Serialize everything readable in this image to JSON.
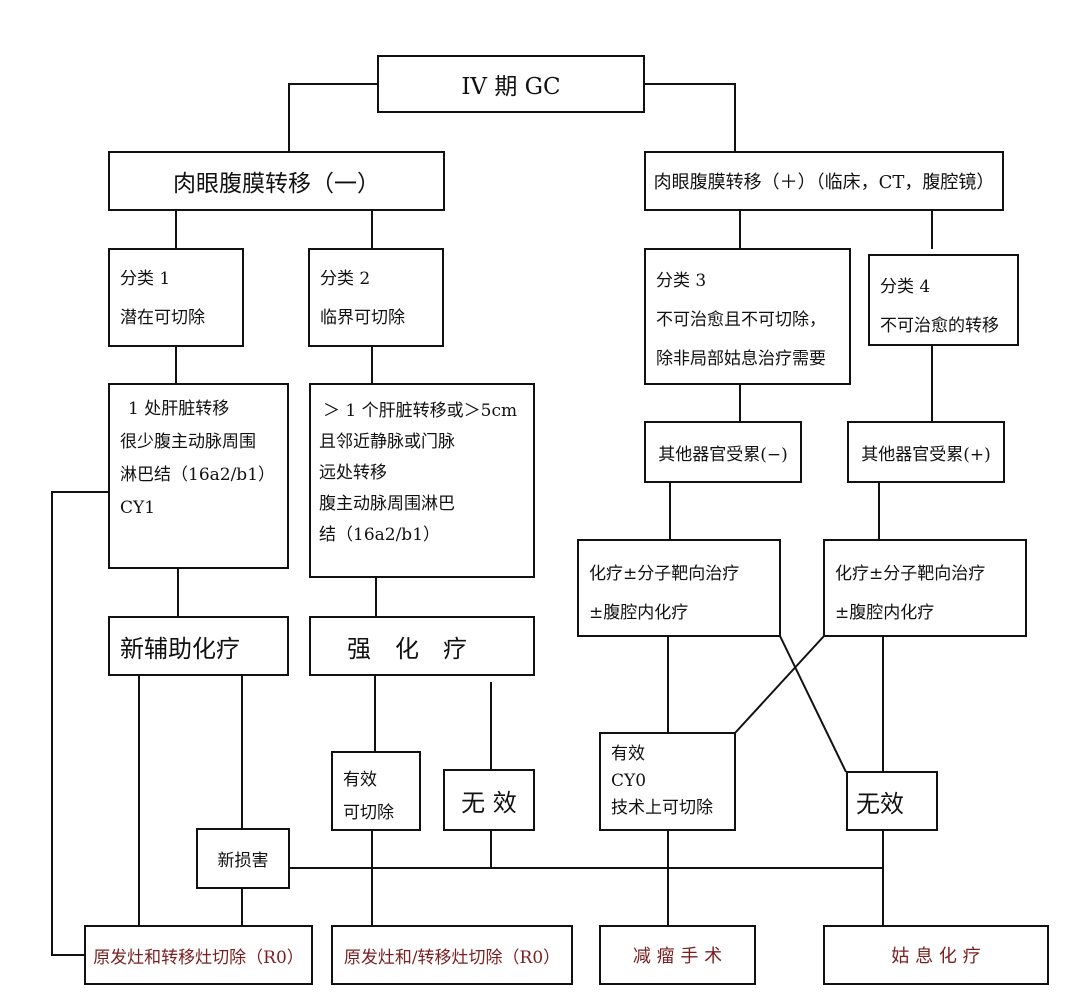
{
  "title": "IV 期 GC",
  "branch_left": "肉眼腹膜转移（一）",
  "branch_right": "肉眼腹膜转移（＋）（临床，CT，腹腔镜）",
  "class1": {
    "line1": "分类 1",
    "line2": "潜在可切除"
  },
  "class2": {
    "line1": "分类 2",
    "line2": "临界可切除"
  },
  "class3": {
    "line1": "分类 3",
    "line2": "不可治愈且不可切除，",
    "line3": "除非局部姑息治疗需要"
  },
  "class4": {
    "line1": "分类 4",
    "line2": "不可治愈的转移"
  },
  "criteria1": {
    "line1": "1 处肝脏转移",
    "line2": "很少腹主动脉周围",
    "line3": "淋巴结（16a2/b1）",
    "line4": "CY1"
  },
  "criteria2": {
    "line1": "＞ 1 个肝脏转移或＞5cm",
    "line2": "且邻近静脉或门脉",
    "line3": "远处转移",
    "line4": "腹主动脉周围淋巴",
    "line5": "结（16a2/b1）"
  },
  "organ_neg": "其他器官受累(−)",
  "organ_pos": "其他器官受累(+)",
  "chemo_left": {
    "line1": "化疗±分子靶向治疗",
    "line2": "±腹腔内化疗"
  },
  "chemo_right": {
    "line1": "化疗±分子靶向治疗",
    "line2": "±腹腔内化疗"
  },
  "neoadjuvant": "新辅助化疗",
  "intensive": "强　化　疗",
  "effective_resectable": {
    "line1": "有效",
    "line2": "可切除"
  },
  "ineffective_mid": "无 效",
  "effective_cy0": {
    "line1": "有效",
    "line2": "CY0",
    "line3": "技术上可切除"
  },
  "ineffective_right": "无效",
  "new_lesion": "新损害",
  "outcome1": "原发灶和转移灶切除（R0）",
  "outcome2": "原发灶和/转移灶切除（R0）",
  "outcome3": "减 瘤 手 术",
  "outcome4": "姑 息 化 疗"
}
